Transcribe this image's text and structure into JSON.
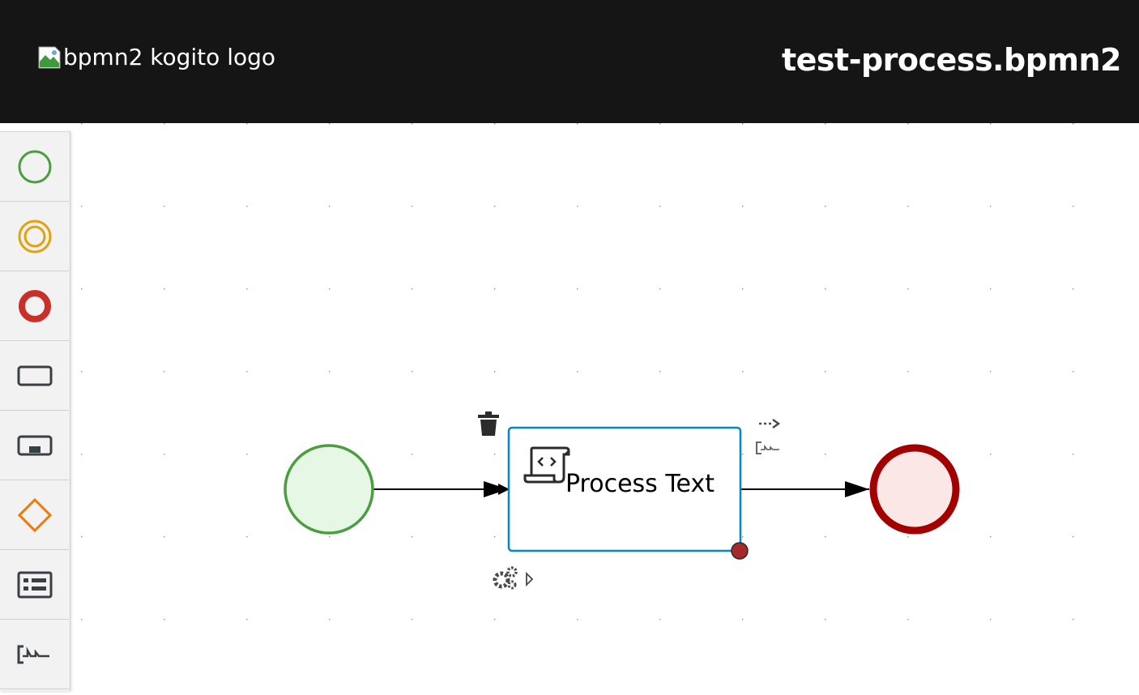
{
  "header": {
    "logo_alt": "bpmn2 kogito logo",
    "file_name": "test-process.bpmn2"
  },
  "palette": {
    "items": [
      {
        "name": "start-event",
        "icon": "circle-green-icon"
      },
      {
        "name": "intermediate-event",
        "icon": "double-circle-orange-icon"
      },
      {
        "name": "end-event",
        "icon": "thick-circle-red-icon"
      },
      {
        "name": "task",
        "icon": "rectangle-icon"
      },
      {
        "name": "subprocess",
        "icon": "subprocess-rectangle-icon"
      },
      {
        "name": "gateway",
        "icon": "diamond-orange-icon"
      },
      {
        "name": "lane",
        "icon": "lane-icon"
      },
      {
        "name": "text-annotation",
        "icon": "annotation-icon"
      }
    ]
  },
  "diagram": {
    "task": {
      "label": "Process Text",
      "type_icon": "script-task-icon",
      "selected": true
    },
    "start_event": {
      "fill": "#e6f7e6",
      "stroke": "#4a9e3f"
    },
    "end_event": {
      "fill": "#fce7e7",
      "stroke": "#a30000"
    },
    "toolbox": {
      "delete": "trash-icon",
      "connector": "sequence-flow-icon",
      "annotation": "annotation-icon",
      "morph": "gears-icon"
    }
  },
  "colors": {
    "header_bg": "#151515",
    "selection": "#0088ce",
    "start_green": "#4a9e3f",
    "intermediate_orange": "#e3a20b",
    "end_red": "#c9302c",
    "gateway_orange": "#ec7a08"
  }
}
